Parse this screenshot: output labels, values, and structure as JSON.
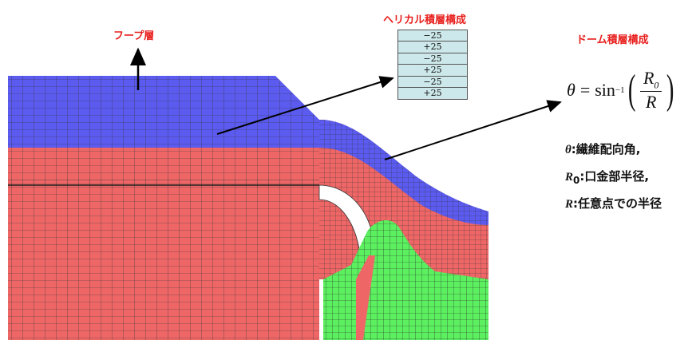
{
  "labels": {
    "hoop": "フープ層",
    "helical": "ヘリカル積層構成",
    "dome": "ドーム積層構成"
  },
  "helical_stack": [
    "−25",
    "+25",
    "−25",
    "+25",
    "−25",
    "+25"
  ],
  "formula": {
    "theta": "θ",
    "equals": "=",
    "sin": "sin",
    "sup": "−1",
    "num": "R",
    "num_sub": "0",
    "den": "R"
  },
  "legend": [
    {
      "sym": "θ",
      "sub": "",
      "text": ":繊維配向角,"
    },
    {
      "sym": "R",
      "sub": "0",
      "text": ":口金部半径,"
    },
    {
      "sym": "R",
      "sub": "",
      "text": ":任意点での半径"
    }
  ],
  "colors": {
    "hoop_layer": "#5b5bf0",
    "helical_layer": "#ee6666",
    "boss": "#5cf060",
    "mesh_line": "#333333",
    "label_red": "#e8201e"
  }
}
